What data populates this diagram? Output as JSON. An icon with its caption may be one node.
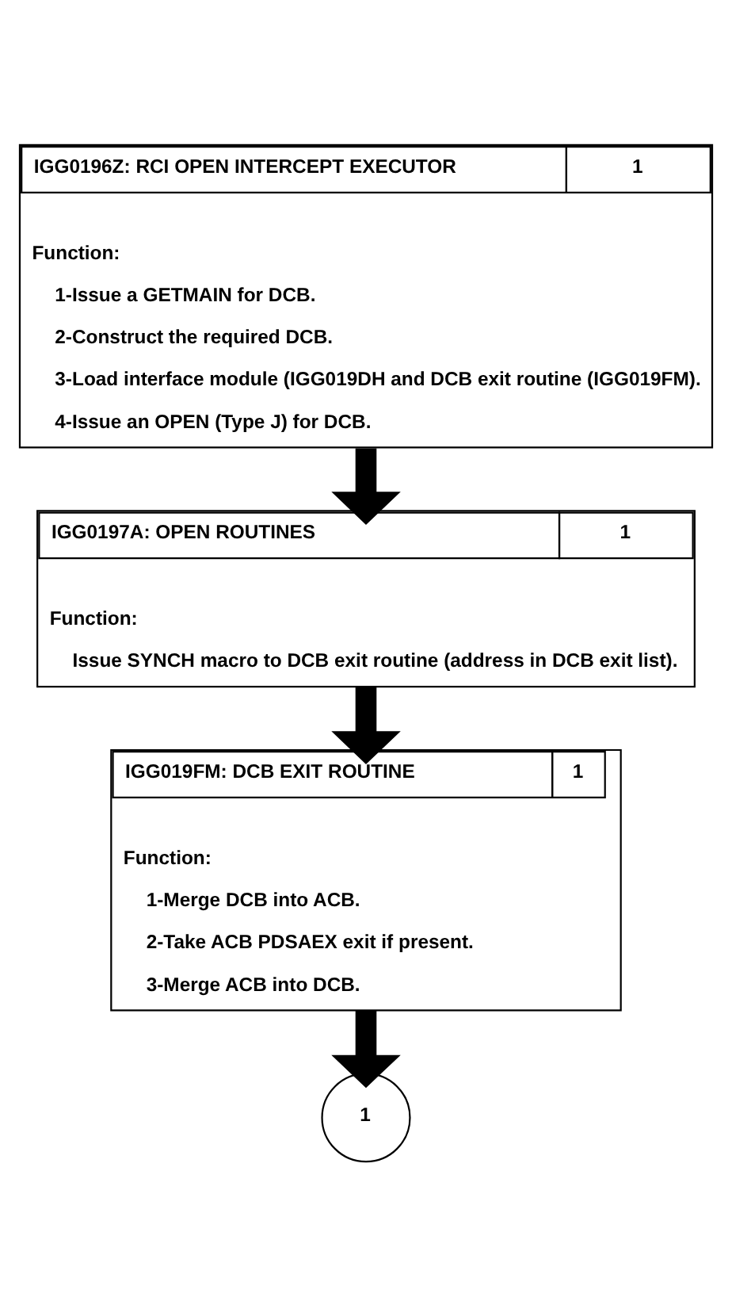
{
  "diagram": {
    "nodes": [
      {
        "text": [
          "IGG0196Z: RCI OPEN INTERCEPT EXECUTOR",
          "1",
          "Function:",
          "1-Issue a GETMAIN for DCB.",
          "2-Construct the required DCB.",
          "3-Load interface module (IGG019DH and DCB exit routine (IGG019FM).",
          "4-Issue an OPEN (Type J) for DCB."
        ]
      },
      {
        "text": [
          "IGG0197A: OPEN ROUTINES",
          "1",
          "Function:",
          "Issue SYNCH macro to DCB exit routine (address in DCB exit list)."
        ]
      },
      {
        "text": [
          "IGG019FM: DCB EXIT ROUTINE",
          "1",
          "Function:",
          "1-Merge DCB into ACB.",
          "2-Take ACB PDSAEX exit if present.",
          "3-Merge ACB into DCB."
        ]
      },
      {
        "text": [
          "1"
        ]
      }
    ],
    "edges": [
      {
        "from": 0,
        "to": 1,
        "arrow": "to"
      },
      {
        "from": 1,
        "to": 2,
        "arrow": "to"
      },
      {
        "from": 2,
        "to": 3,
        "arrow": "to"
      }
    ]
  }
}
